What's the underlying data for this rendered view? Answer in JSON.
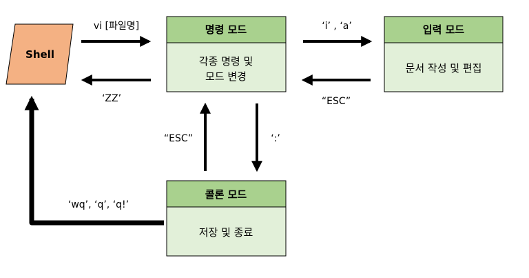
{
  "nodes": {
    "shell": {
      "label": "Shell"
    },
    "command_mode": {
      "title": "명령 모드",
      "body_lines": [
        "각종 명령 및",
        "모드 변경"
      ]
    },
    "input_mode": {
      "title": "입력 모드",
      "body_lines": [
        "문서 작성 및 편집"
      ]
    },
    "colon_mode": {
      "title": "콜론 모드",
      "body_lines": [
        "저장 및 종료"
      ]
    }
  },
  "edges": {
    "shell_to_command": "vi [파일명]",
    "command_to_shell": "‘ZZ’",
    "command_to_input": "‘i’ , ‘a’",
    "input_to_command": "“ESC”",
    "colon_to_command": "“ESC”",
    "command_to_colon": "‘:’",
    "colon_to_shell": "‘wq’, ‘q’, ‘q!’"
  },
  "colors": {
    "shell_fill": "#F4B183",
    "header_fill": "#A9D18E",
    "body_fill": "#E2F0D9",
    "stroke": "#000000"
  }
}
